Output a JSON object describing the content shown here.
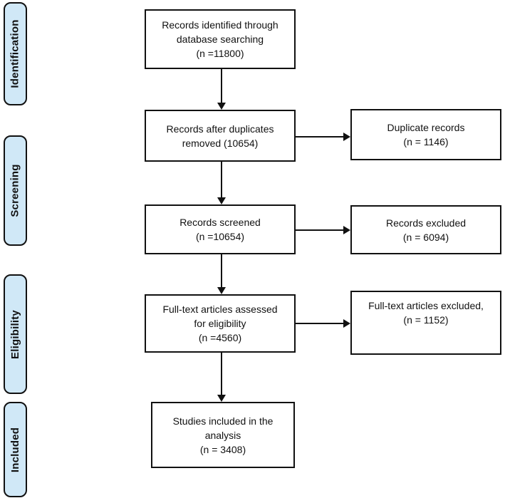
{
  "diagram": {
    "type": "prisma-flow",
    "colors": {
      "stage_fill": "#d0e8f7",
      "line": "#111111"
    },
    "stages": [
      {
        "label": "Identification"
      },
      {
        "label": "Screening"
      },
      {
        "label": "Eligibility"
      },
      {
        "label": "Included"
      }
    ],
    "main_boxes": [
      {
        "lines": [
          "Records identified through",
          "database searching",
          "(n =11800)"
        ]
      },
      {
        "lines": [
          "Records after duplicates",
          "removed (10654)"
        ]
      },
      {
        "lines": [
          "Records screened",
          "(n =10654)"
        ]
      },
      {
        "lines": [
          "Full-text articles assessed",
          "for eligibility",
          "(n =4560)"
        ]
      },
      {
        "lines": [
          "Studies included in the",
          "analysis",
          "(n = 3408)"
        ]
      }
    ],
    "side_boxes": [
      {
        "lines": [
          "Duplicate records",
          "(n = 1146)"
        ]
      },
      {
        "lines": [
          "Records excluded",
          "(n = 6094)"
        ]
      },
      {
        "lines": [
          "Full-text articles excluded,",
          "(n = 1152)"
        ]
      }
    ]
  }
}
